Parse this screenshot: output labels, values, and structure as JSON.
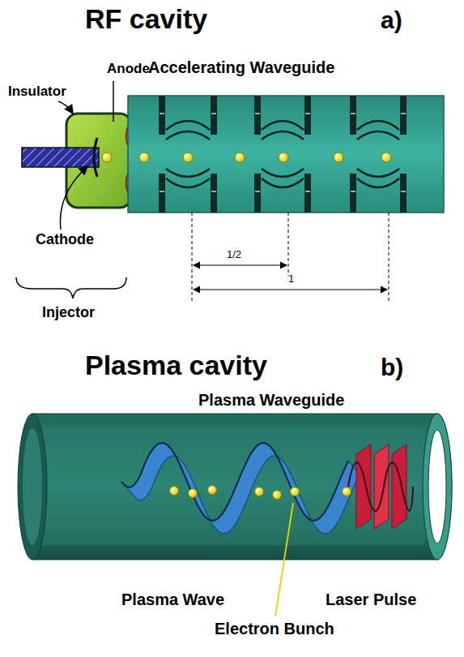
{
  "diagram": {
    "labels": [
      "RF cavity",
      "a)",
      "Insulator",
      "Anode",
      "Accelerating Waveguide",
      "Cathode",
      "1/2",
      "1",
      "Injector",
      "Plasma cavity",
      "b)",
      "Plasma Waveguide",
      "Plasma Wave",
      "Electron Bunch",
      "Laser Pulse"
    ]
  }
}
